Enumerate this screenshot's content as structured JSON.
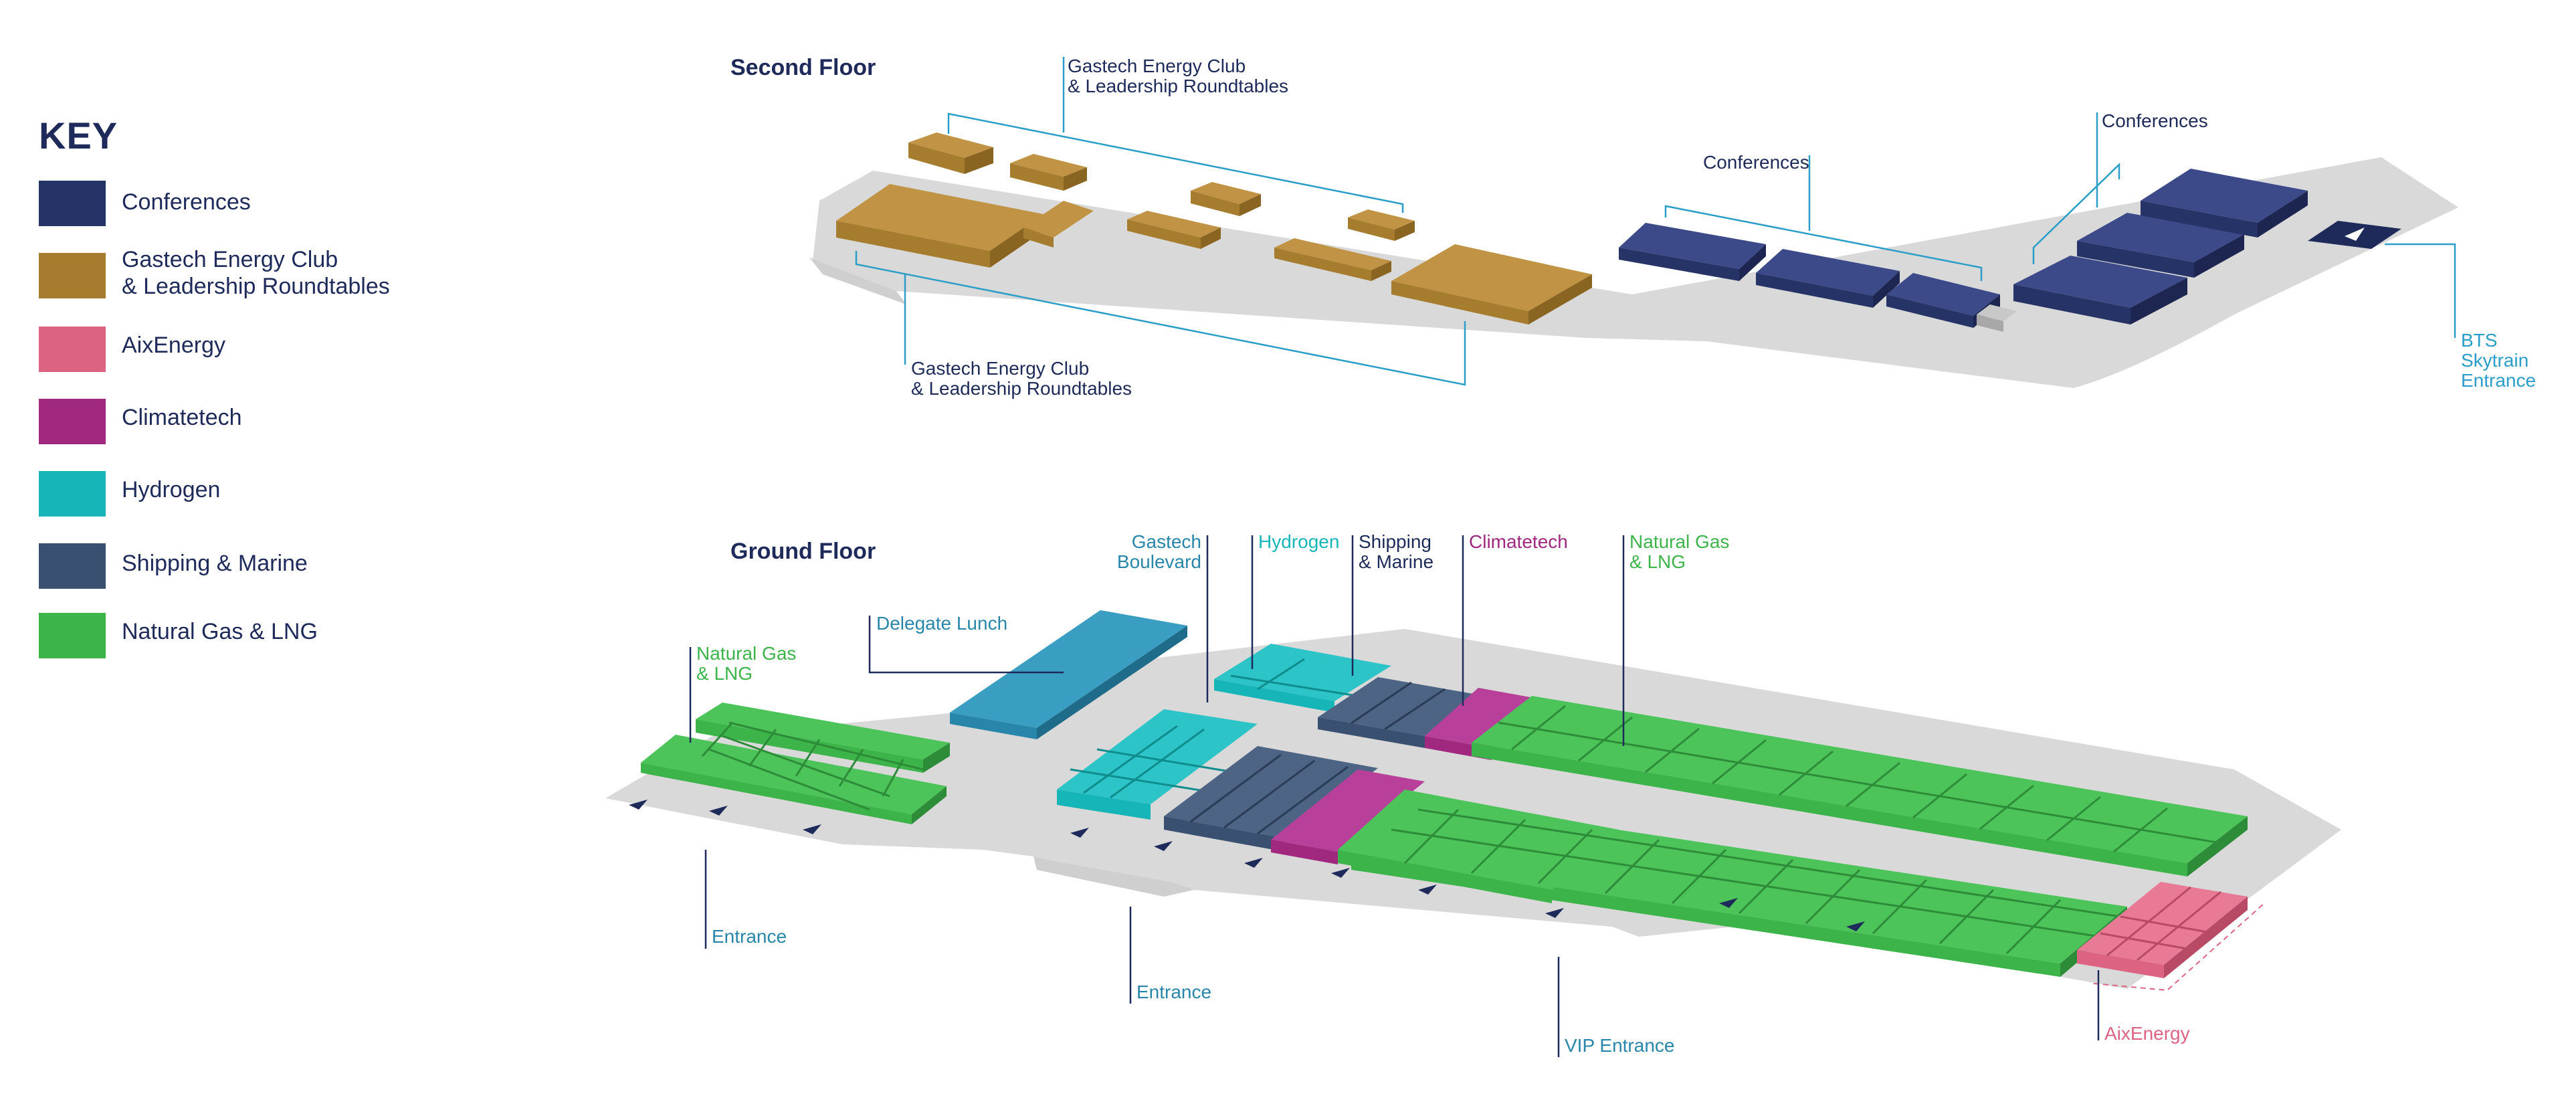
{
  "colors": {
    "conferences": "#263366",
    "gastech": "#a67c2e",
    "aix": "#dc6482",
    "climatetech": "#a0287e",
    "hydrogen": "#16b5b7",
    "shipping": "#3a5070",
    "natgas": "#3cb449",
    "lunch": "#2886aa",
    "floor": "#d9d9d9",
    "navy_text": "#1e2a5a",
    "callout_line": "#2a9ec8"
  },
  "key": {
    "title": "KEY",
    "items": [
      {
        "label": "Conferences",
        "color": "#263366"
      },
      {
        "label": "Gastech Energy Club\n& Leadership Roundtables",
        "color": "#a67c2e"
      },
      {
        "label": "AixEnergy",
        "color": "#dc6482"
      },
      {
        "label": "Climatetech",
        "color": "#a0287e"
      },
      {
        "label": "Hydrogen",
        "color": "#16b5b7"
      },
      {
        "label": "Shipping & Marine",
        "color": "#3a5070"
      },
      {
        "label": "Natural Gas & LNG",
        "color": "#3cb449"
      }
    ]
  },
  "second_floor": {
    "title": "Second Floor",
    "callouts": {
      "gastech_top": "Gastech Energy Club\n& Leadership Roundtables",
      "gastech_bottom": "Gastech Energy Club\n& Leadership Roundtables",
      "conferences_mid": "Conferences",
      "conferences_right": "Conferences",
      "bts": "BTS\nSkytrain\nEntrance"
    }
  },
  "ground_floor": {
    "title": "Ground Floor",
    "callouts": {
      "natgas_left": "Natural Gas\n& LNG",
      "delegate_lunch": "Delegate Lunch",
      "gastech_boulevard": "Gastech\nBoulevard",
      "hydrogen": "Hydrogen",
      "shipping": "Shipping\n& Marine",
      "climatetech": "Climatetech",
      "natgas_right": "Natural Gas\n& LNG",
      "entrance_left": "Entrance",
      "entrance_mid": "Entrance",
      "vip_entrance": "VIP Entrance",
      "aixenergy": "AixEnergy"
    }
  }
}
